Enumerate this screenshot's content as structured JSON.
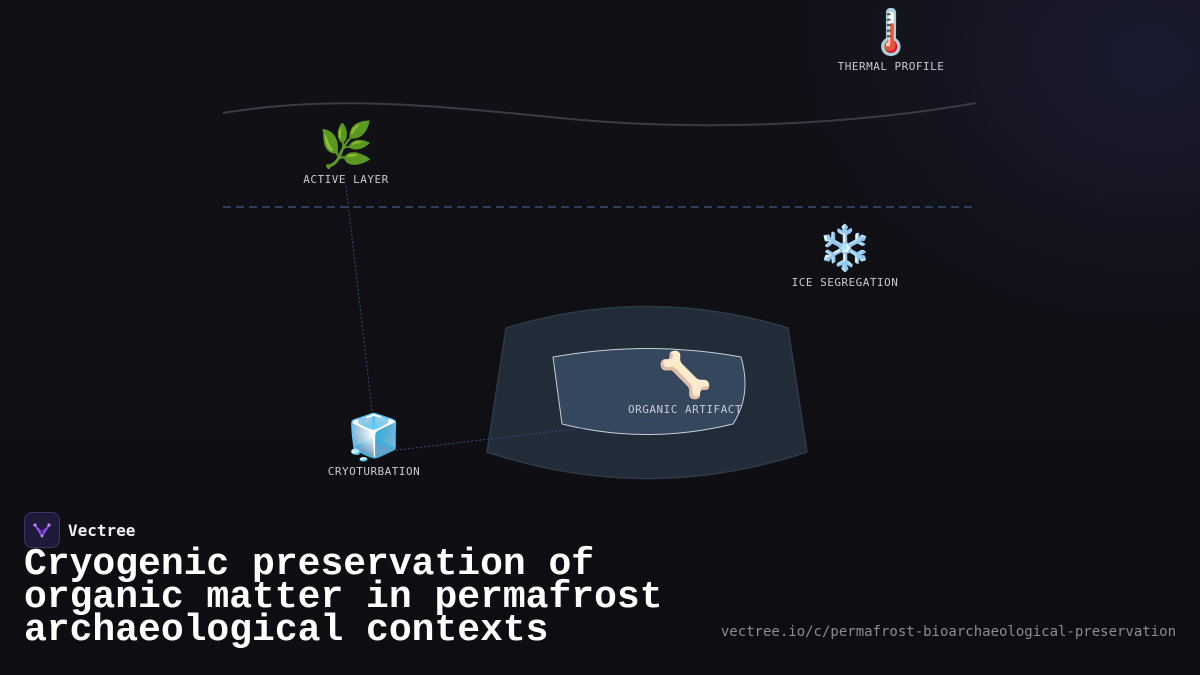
{
  "diagram": {
    "nodes": [
      {
        "id": "thermal",
        "emoji": "🌡️",
        "icon": "thermometer-icon",
        "label": "THERMAL PROFILE"
      },
      {
        "id": "active",
        "emoji": "🌿",
        "icon": "leaf-icon",
        "label": "ACTIVE LAYER"
      },
      {
        "id": "ice",
        "emoji": "❄️",
        "icon": "snowflake-icon",
        "label": "ICE SEGREGATION"
      },
      {
        "id": "artifact",
        "emoji": "🦴",
        "icon": "bone-icon",
        "label": "ORGANIC ARTIFACT"
      },
      {
        "id": "cryo",
        "emoji": "🧊",
        "icon": "ice-cube-icon",
        "label": "CRYOTURBATION"
      }
    ],
    "colors": {
      "permafrost_table": "#2d3f5e",
      "outer_block": "#212c38",
      "inner_block": "#34475c",
      "connector": "#3a4a7a"
    }
  },
  "brand": {
    "name": "Vectree",
    "accent": "#a855f7"
  },
  "title": "Cryogenic preservation of organic matter in permafrost archaeological contexts",
  "url": "vectree.io/c/permafrost-bioarchaeological-preservation"
}
